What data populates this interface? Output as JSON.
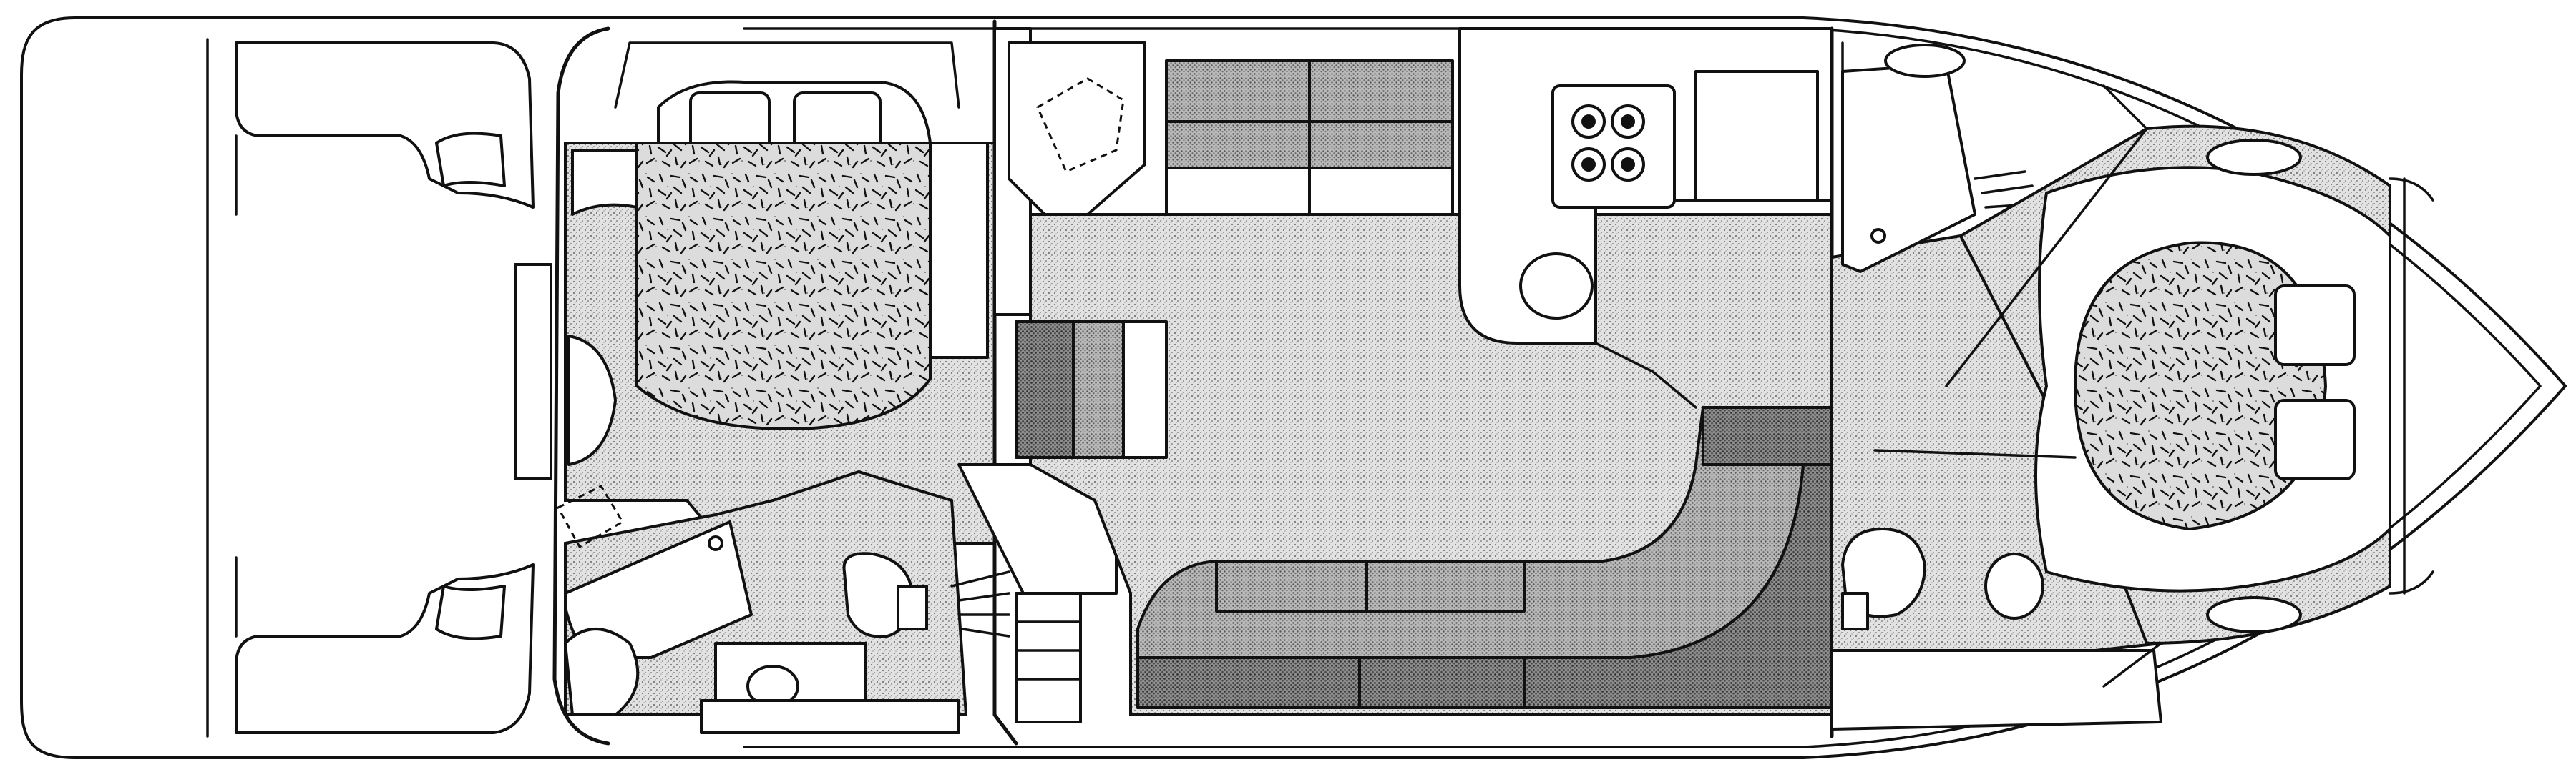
{
  "diagram": {
    "type": "boat-floor-plan",
    "view": "top",
    "colors": {
      "line": "#111111",
      "floor": "#cfcfcf",
      "cushion": "#9a9a9a",
      "cushion_dark": "#6f6f6f",
      "background": "#ffffff"
    },
    "areas": [
      "aft-cockpit",
      "master-stateroom",
      "aft-head",
      "galley",
      "salon",
      "salon-sofa",
      "forward-head",
      "forward-stateroom",
      "bow-deck"
    ]
  }
}
